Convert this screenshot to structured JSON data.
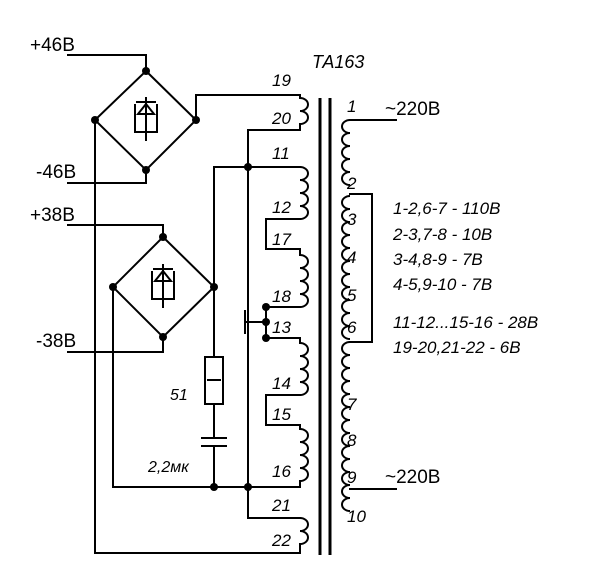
{
  "transformer": {
    "name": "ТА163"
  },
  "power_labels": {
    "pos46": "+46В",
    "neg46": "-46В",
    "pos38": "+38В",
    "neg38": "-38В"
  },
  "mains": {
    "top": "~220В",
    "bottom": "~220В"
  },
  "secondary_pins": [
    "19",
    "20",
    "11",
    "12",
    "17",
    "18",
    "13",
    "14",
    "15",
    "16",
    "21",
    "22"
  ],
  "primary_pins": [
    "1",
    "2",
    "3",
    "4",
    "5",
    "6",
    "7",
    "8",
    "9",
    "10"
  ],
  "components": {
    "resistor": "51",
    "capacitor": "2,2мк"
  },
  "specs": [
    "1-2,6-7 - 110В",
    "2-3,7-8 - 10В",
    "3-4,8-9 - 7В",
    "4-5,9-10 - 7В",
    "11-12...15-16 - 28В",
    "19-20,21-22 - 6В"
  ]
}
